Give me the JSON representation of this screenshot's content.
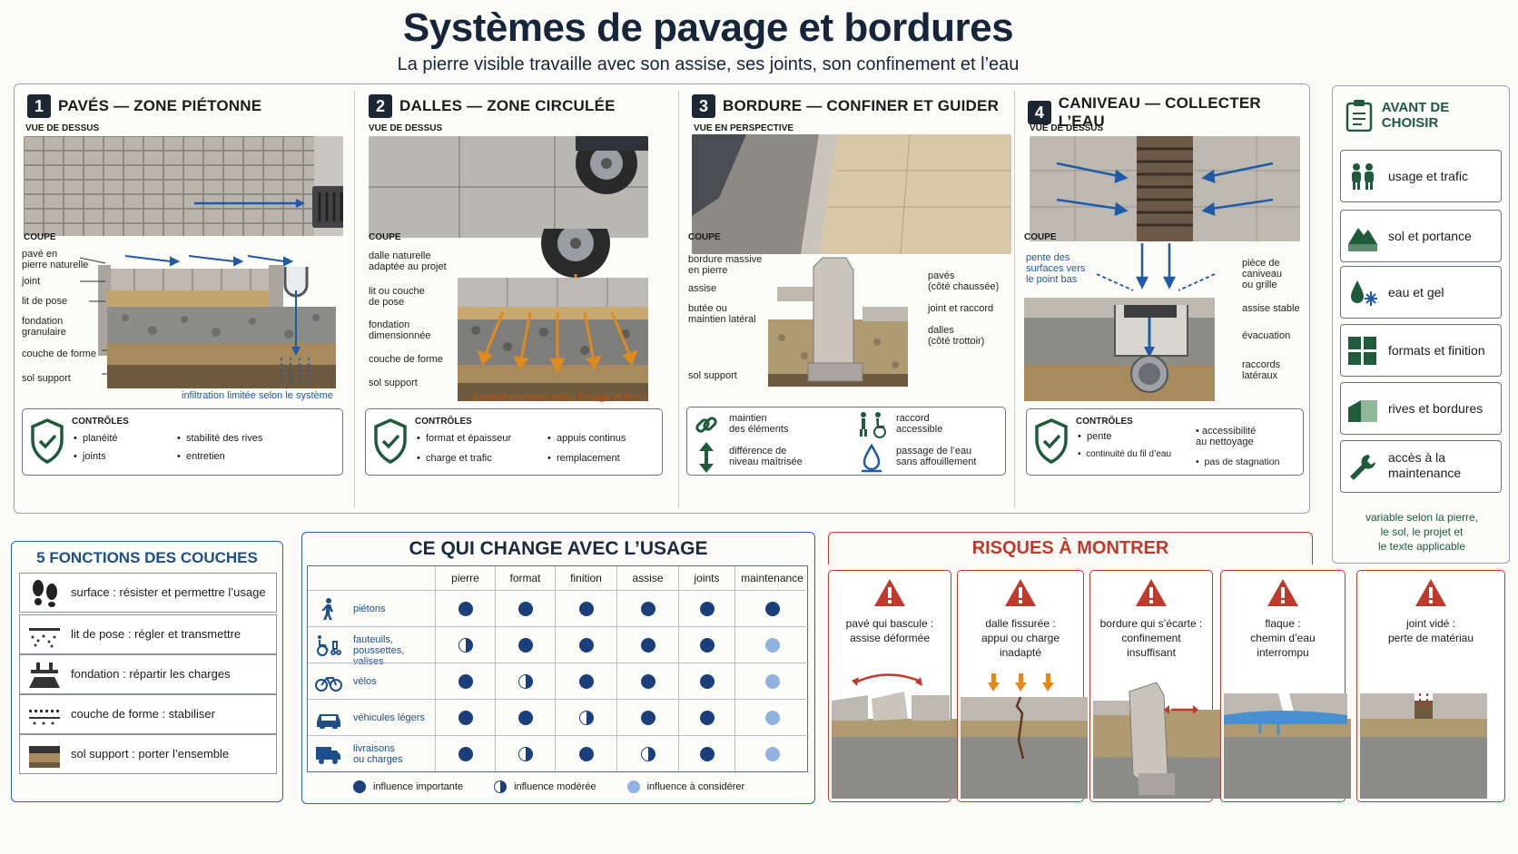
{
  "header": {
    "title": "Systèmes de pavage et bordures",
    "subtitle": "La pierre visible travaille avec son assise, ses joints, son confinement et l’eau"
  },
  "panels": [
    {
      "num": "1",
      "title": "PAVÉS — ZONE PIÉTONNE",
      "view": "VUE DE DESSUS",
      "coupe": "COUPE",
      "labels": [
        "pavé en\npierre naturelle",
        "joint",
        "lit de pose",
        "fondation\ngranulaire",
        "couche de forme",
        "sol support"
      ],
      "note": "infiltration limitée selon le système",
      "controls_head": "CONTRÔLES",
      "controls": [
        "planéité",
        "joints",
        "stabilité des rives",
        "entretien"
      ]
    },
    {
      "num": "2",
      "title": "DALLES — ZONE CIRCULÉE",
      "view": "VUE DE DESSUS",
      "coupe": "COUPE",
      "labels": [
        "dalle naturelle\nadaptée au projet",
        "lit ou couche\nde pose",
        "fondation\ndimensionnée",
        "couche de forme",
        "sol support"
      ],
      "note": "dimensionnement selon l’usage et le sol",
      "controls_head": "CONTRÔLES",
      "controls": [
        "format et épaisseur",
        "charge et trafic",
        "appuis continus",
        "remplacement"
      ]
    },
    {
      "num": "3",
      "title": "BORDURE — CONFINER ET GUIDER",
      "view": "VUE EN PERSPECTIVE",
      "coupe": "COUPE",
      "labels": [
        "bordure massive\nen pierre",
        "assise",
        "butée ou\nmaintien latéral",
        "sol support"
      ],
      "labels_right": [
        "pavés\n(côté chaussée)",
        "joint et raccord",
        "dalles\n(côté trottoir)"
      ],
      "controls": [
        "maintien\ndes éléments",
        "différence de\nniveau maîtrisée",
        "raccord\naccessible",
        "passage de l’eau\nsans affouillement"
      ]
    },
    {
      "num": "4",
      "title": "CANIVEAU — COLLECTER L’EAU",
      "view": "VUE DE DESSUS",
      "coupe": "COUPE",
      "labels": [
        "pente des\nsurfaces vers\nle point bas"
      ],
      "labels_right": [
        "pièce de\ncaniveau\nou grille",
        "assise stable",
        "évacuation",
        "raccords\nlatéraux"
      ],
      "controls_head": "CONTRÔLES",
      "controls": [
        "pente",
        "continuité du fil d’eau",
        "accessibilité\nau nettoyage",
        "pas de stagnation"
      ]
    }
  ],
  "side": {
    "title": "AVANT DE CHOISIR",
    "items": [
      "usage et trafic",
      "sol et portance",
      "eau et gel",
      "formats et finition",
      "rives et bordures",
      "accès à la\nmaintenance"
    ],
    "icons": [
      "people-icon",
      "mountain-icon",
      "water-snow-icon",
      "grid-icon",
      "edge-icon",
      "wrench-icon"
    ],
    "note": "variable selon la pierre,\nle sol, le projet et\nle texte applicable"
  },
  "functions": {
    "title": "5 FONCTIONS DES COUCHES",
    "rows": [
      "surface : résister et permettre l’usage",
      "lit de pose : régler et transmettre",
      "fondation : répartir les charges",
      "couche de forme : stabiliser",
      "sol support : porter l’ensemble"
    ]
  },
  "usage": {
    "title": "CE QUI CHANGE AVEC L’USAGE",
    "columns": [
      "pierre",
      "format",
      "finition",
      "assise",
      "joints",
      "maintenance"
    ],
    "rows": [
      {
        "label": "piétons",
        "icon": "pedestrian-icon",
        "levels": [
          "high",
          "high",
          "high",
          "high",
          "high",
          "high"
        ]
      },
      {
        "label": "fauteuils,\npoussettes, valises",
        "icon": "wheelchair-icon",
        "levels": [
          "moderate",
          "high",
          "high",
          "high",
          "high",
          "consider"
        ]
      },
      {
        "label": "vélos",
        "icon": "bike-icon",
        "levels": [
          "high",
          "moderate",
          "high",
          "high",
          "high",
          "consider"
        ]
      },
      {
        "label": "véhicules légers",
        "icon": "car-icon",
        "levels": [
          "high",
          "high",
          "moderate",
          "high",
          "high",
          "consider"
        ]
      },
      {
        "label": "livraisons\nou charges",
        "icon": "truck-icon",
        "levels": [
          "high",
          "moderate",
          "high",
          "moderate",
          "high",
          "consider"
        ]
      }
    ],
    "legend": [
      "influence importante",
      "influence modérée",
      "influence à considérer"
    ],
    "colors": {
      "high": "#1a3f7a",
      "consider": "#8fb2de"
    }
  },
  "risks": {
    "title": "RISQUES À MONTRER",
    "items": [
      "pavé qui bascule :\nassise déformée",
      "dalle fissurée :\nappui ou charge\ninadapté",
      "bordure qui s’écarte :\nconfinement\ninsuffisant",
      "flaque :\nchemin d’eau\ninterrompu",
      "joint vidé :\nperte de matériau"
    ]
  }
}
